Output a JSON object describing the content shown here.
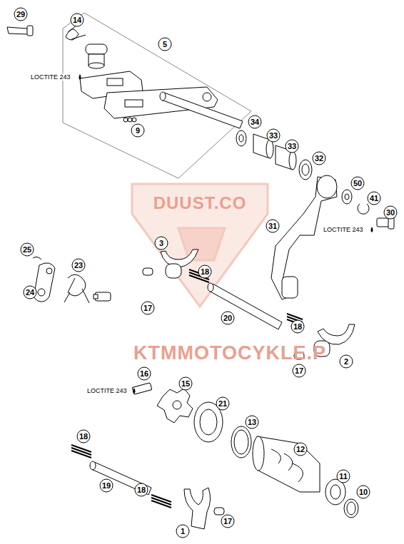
{
  "diagram": {
    "labels": [
      "29",
      "14",
      "5",
      "LOCTITE 243",
      "9",
      "34",
      "33",
      "33",
      "32",
      "50",
      "41",
      "30",
      "31",
      "LOCTITE 243",
      "3",
      "25",
      "23",
      "18",
      "24",
      "17",
      "20",
      "18",
      "2",
      "17",
      "16",
      "15",
      "LOCTITE 243",
      "21",
      "13",
      "12",
      "11",
      "10",
      "18",
      "19",
      "18",
      "1",
      "17",
      "DUUST.CO",
      "KTMMOTOCYKLE.P"
    ]
  }
}
